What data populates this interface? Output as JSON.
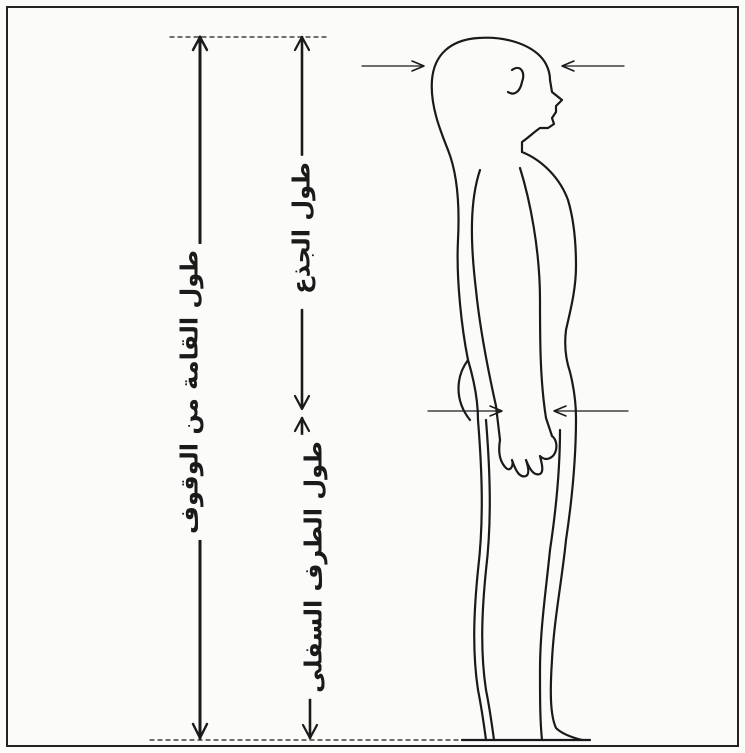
{
  "labels": {
    "standing_height": "طول القامة من الوقوف",
    "trunk_length": "طول الجذع",
    "lower_limb_length": "طول الطرف السفلى"
  },
  "colors": {
    "ink": "#1a1a1a",
    "paper": "#fbfbfa"
  }
}
